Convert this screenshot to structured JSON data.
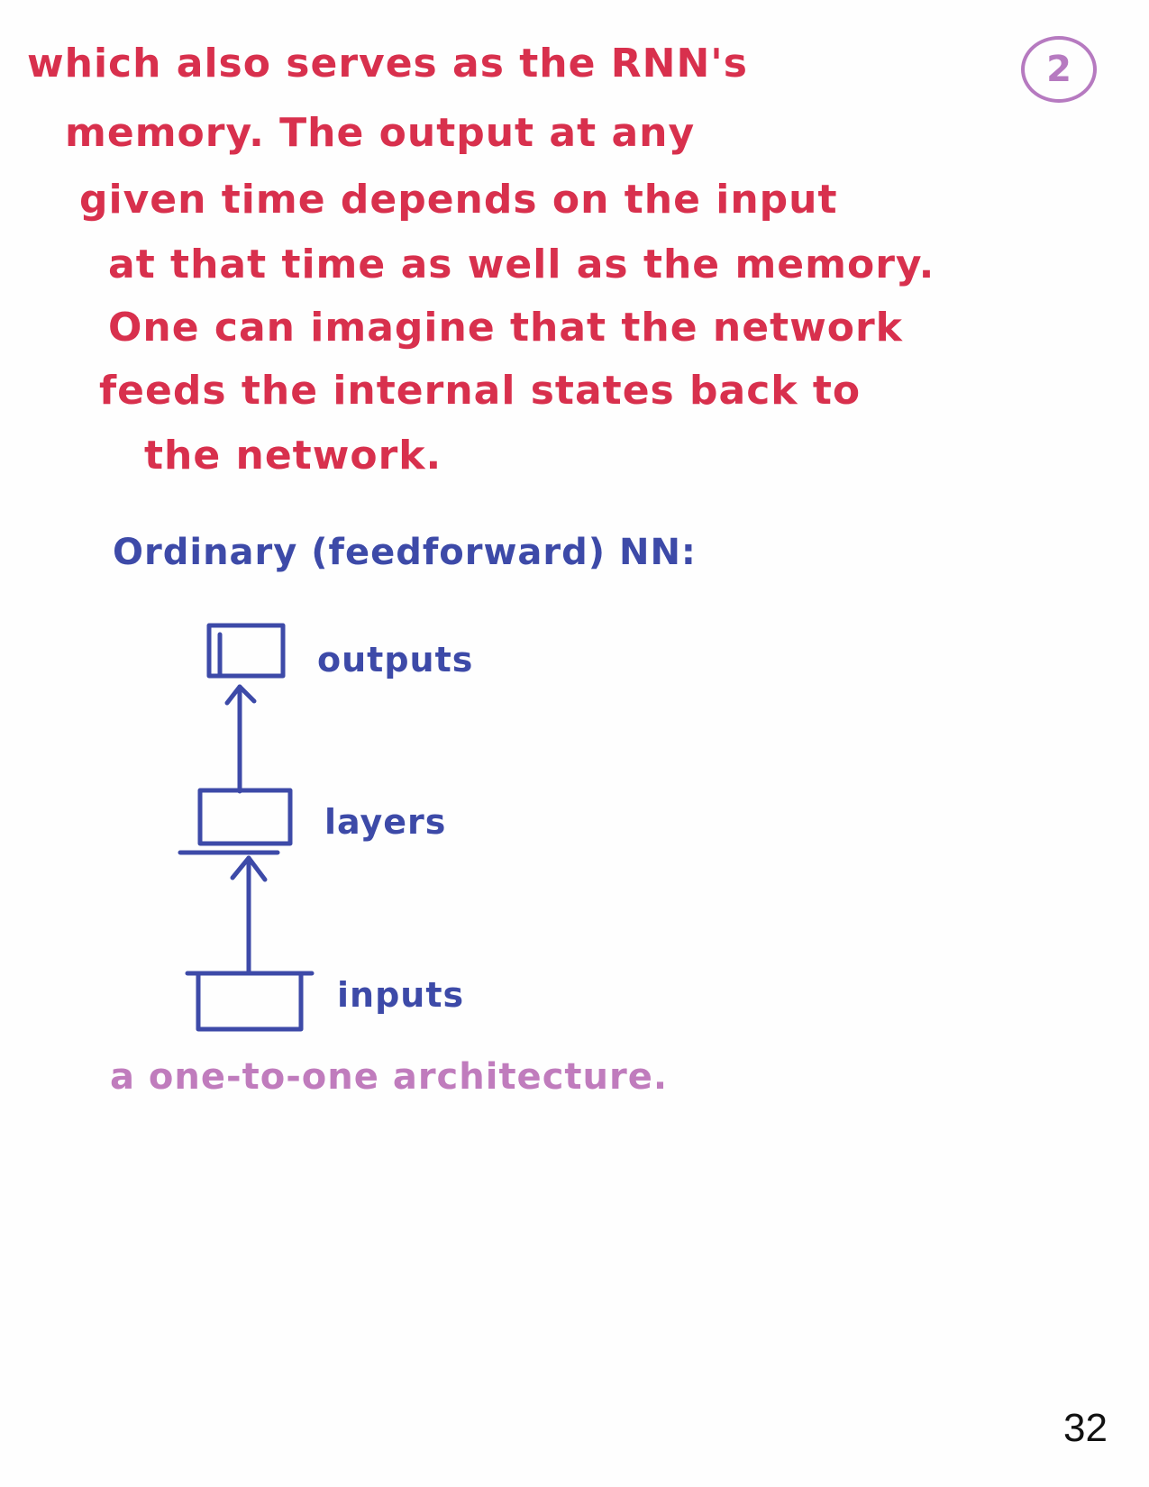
{
  "badge": {
    "number": "2"
  },
  "paragraph": {
    "lines": [
      "which also serves as the RNN's",
      "memory. The output at any",
      "given time depends on the input",
      "at that time as well as the memory.",
      "One can imagine that the network",
      "feeds the internal states back to",
      "the network."
    ]
  },
  "heading": "Ordinary (feedforward) NN:",
  "diagram": {
    "outputs_label": "outputs",
    "layers_label": "layers",
    "inputs_label": "inputs"
  },
  "caption": "a one-to-one architecture.",
  "page_number": "32",
  "colors": {
    "red_ink": "#d8304d",
    "blue_ink": "#3d4aa8",
    "purple_ink": "#c07cbd"
  }
}
